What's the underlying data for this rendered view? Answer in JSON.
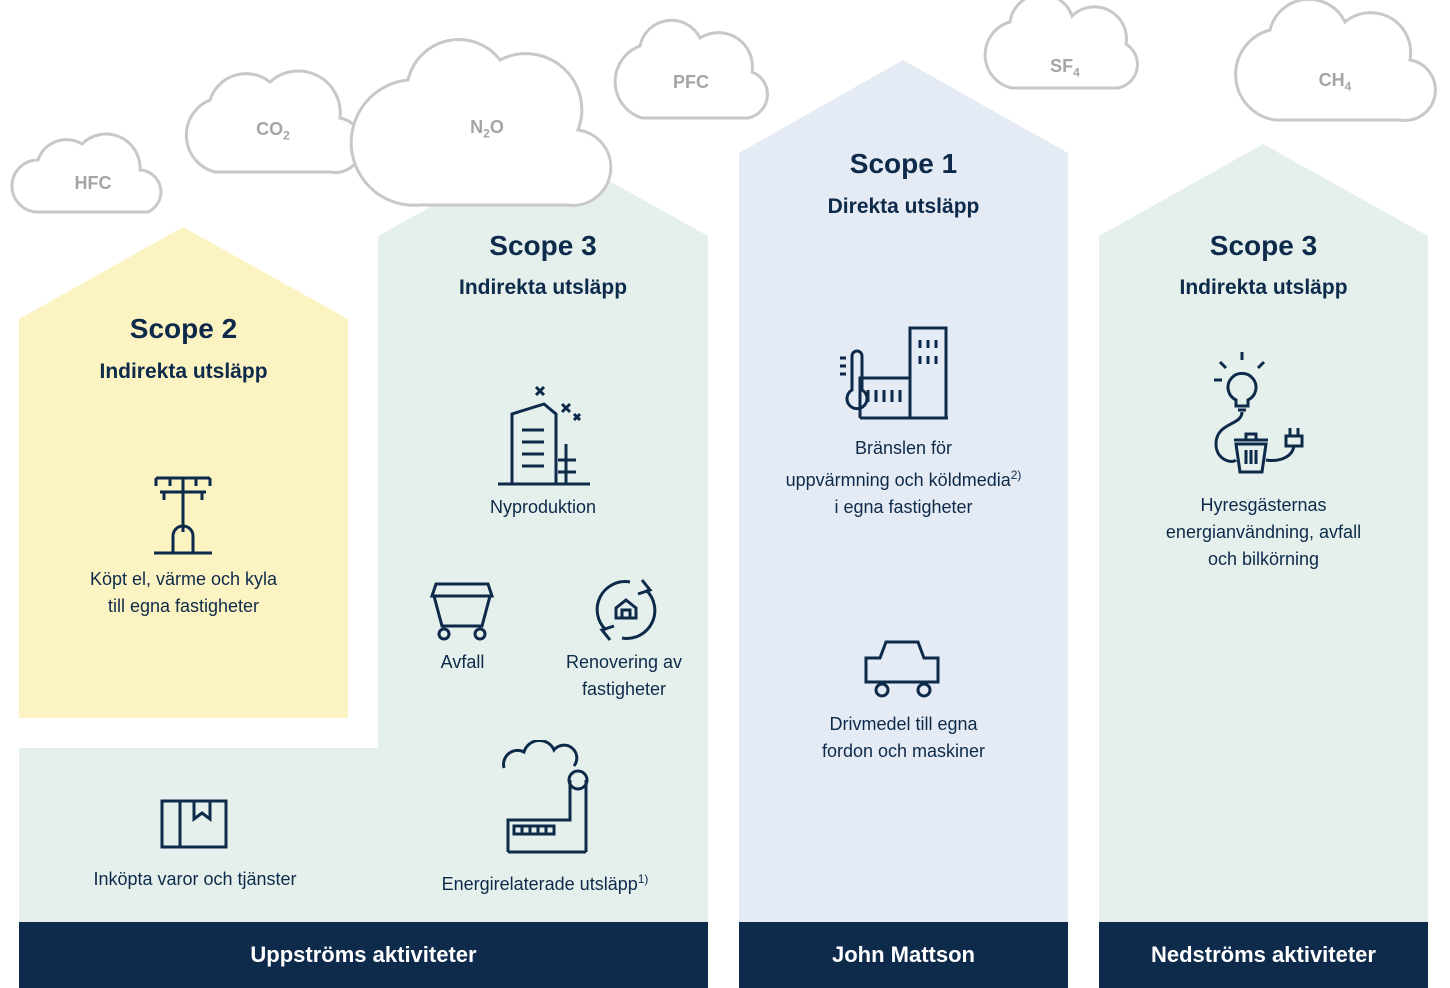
{
  "clouds": {
    "hfc": "HFC",
    "co2": "CO",
    "co2_sub": "2",
    "n2o_a": "N",
    "n2o_sub": "2",
    "n2o_b": "O",
    "pfc": "PFC",
    "sf4": "SF",
    "sf4_sub": "4",
    "ch4": "CH",
    "ch4_sub": "4"
  },
  "scope2": {
    "title": "Scope 2",
    "subtitle": "Indirekta utsläpp",
    "item_line1": "Köpt el, värme och kyla",
    "item_line2": "till egna fastigheter",
    "icon": "power-pylon-icon"
  },
  "scope3_up": {
    "title": "Scope 3",
    "subtitle": "Indirekta utsläpp",
    "nyproduktion": "Nyproduktion",
    "avfall": "Avfall",
    "renovering_line1": "Renovering av",
    "renovering_line2": "fastigheter",
    "energi": "Energirelaterade utsläpp",
    "energi_note": "1)",
    "inkopta": "Inköpta varor och tjänster"
  },
  "scope1": {
    "title": "Scope 1",
    "subtitle": "Direkta utsläpp",
    "bransle_line1": "Bränslen för",
    "bransle_line2": "uppvärmning och köldmedia",
    "bransle_note": "2)",
    "bransle_line3": "i egna fastigheter",
    "drivmedel_line1": "Drivmedel till egna",
    "drivmedel_line2": "fordon och maskiner"
  },
  "scope3_down": {
    "title": "Scope 3",
    "subtitle": "Indirekta utsläpp",
    "line1": "Hyresgästernas",
    "line2": "energianvändning, avfall",
    "line3": "och bilkörning"
  },
  "footers": {
    "upstream": "Uppströms aktiviteter",
    "company": "John Mattson",
    "downstream": "Nedströms aktiviteter"
  },
  "colors": {
    "scope2_fill": "#fcf3c2",
    "scope3_fill": "#e5f0ec",
    "scope1_fill": "#e5ebf4",
    "footer": "#0e2b4c",
    "text": "#0d2a4a",
    "cloud": "#c8c8c8"
  }
}
